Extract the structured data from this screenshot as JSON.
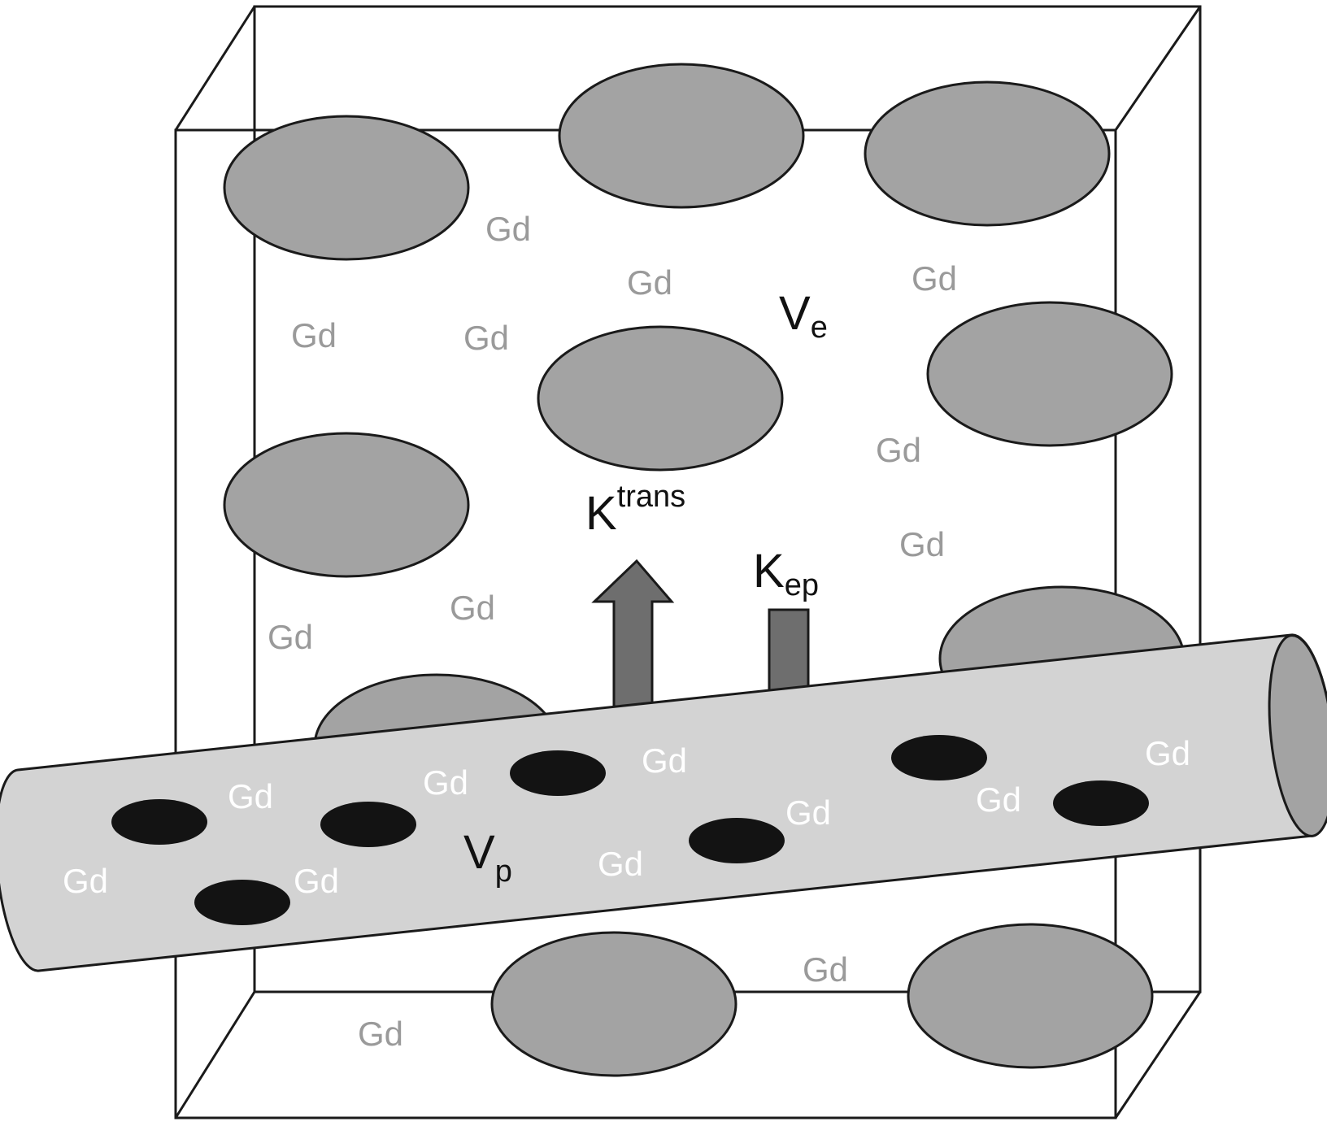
{
  "labels": {
    "extracellular_main": "V",
    "extracellular_sub": "e",
    "plasma_main": "V",
    "plasma_sub": "p",
    "ktrans_main": "K",
    "ktrans_sup": "trans",
    "kep_main": "K",
    "kep_sub": "ep",
    "gadolinium": "Gd"
  },
  "colors": {
    "cell": "#a3a3a3",
    "vessel": "#d3d3d3",
    "vessel_cell": "#131313",
    "arrow": "#6e6e6e",
    "gd_outside": "#9a9a9a",
    "gd_inside": "#ffffff",
    "outline": "#1a1a1a"
  }
}
